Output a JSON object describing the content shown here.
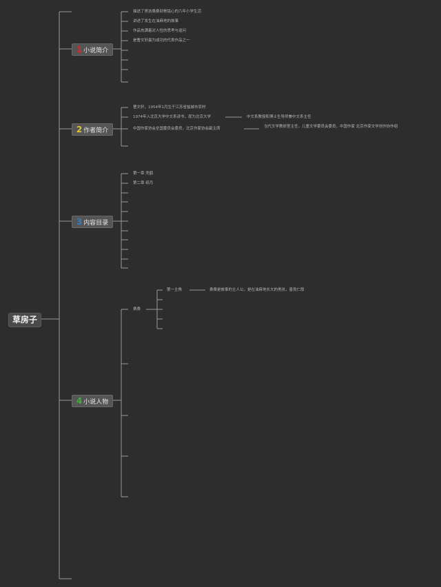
{
  "root": {
    "label": "草房子"
  },
  "branches": [
    {
      "num": "1",
      "num_color": "#d22a2a",
      "label": "小说简介",
      "items": [
        "描述了男孩桑桑刻骨铭心的六年小学生活",
        "讲述了发生在油麻地的故事",
        "作品充满着对人性的思考与追问",
        "是曹文轩最为成功的代表作品之一"
      ]
    },
    {
      "num": "2",
      "num_color": "#e0c431",
      "label": "作者简介",
      "items": [
        "曹文轩，1954年1月生于江苏省盐城市农村",
        "1974年入北京大学中文系读书，现为北京大学",
        "中国作家协会全国委员会委员，北京作家协会副主席"
      ],
      "subs": [
        "中文系教授和博士生导师兼中文系主任",
        "当代文学教研室主任，儿童文学委员会委员，中国作家 北京作家文学创作协作组"
      ]
    },
    {
      "num": "3",
      "num_color": "#2f7fc1",
      "label": "内容目录",
      "items": [
        "第一章 秃鹤",
        "第二章 纸月"
      ]
    },
    {
      "num": "4",
      "num_color": "#3fae3f",
      "label": "小说人物",
      "items": [
        "桑桑"
      ],
      "subs": [
        "第一主角"
      ],
      "subsubs": [
        "桑桑是故事的主人公，是在油麻地长大的男孩，善良仁厚"
      ]
    }
  ]
}
